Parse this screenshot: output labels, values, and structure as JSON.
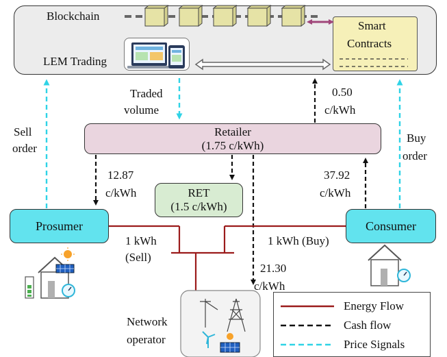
{
  "top_panel": {
    "blockchain_label": "Blockchain",
    "lem_label": "LEM Trading",
    "smart_contracts_line1": "Smart",
    "smart_contracts_line2": "Contracts"
  },
  "retailer": {
    "name": "Retailer",
    "price": "(1.75 c/kWh)"
  },
  "ret": {
    "name": "RET",
    "price": "(1.5 c/kWh)"
  },
  "prosumer": {
    "name": "Prosumer"
  },
  "consumer": {
    "name": "Consumer"
  },
  "labels": {
    "traded_volume_1": "Traded",
    "traded_volume_2": "volume",
    "sell_order_1": "Sell",
    "sell_order_2": "order",
    "buy_order_1": "Buy",
    "buy_order_2": "order",
    "retail_to_bc_value": "0.50",
    "retail_to_bc_unit": "c/kWh",
    "to_prosumer_value": "12.87",
    "to_prosumer_unit": "c/kWh",
    "from_consumer_value": "37.92",
    "from_consumer_unit": "c/kWh",
    "to_network_value": "21.30",
    "to_network_unit": "c/kWh",
    "sell_kwh_1": "1 kWh",
    "sell_kwh_2": "(Sell)",
    "buy_kwh": "1 kWh (Buy)",
    "network_operator_1": "Network",
    "network_operator_2": "operator"
  },
  "legend": {
    "energy_flow": "Energy Flow",
    "cash_flow": "Cash flow",
    "price_signals": "Price Signals"
  },
  "colors": {
    "energy_flow": "#9b1b1b",
    "cash_flow": "#111111",
    "price_signals": "#2fd3e6",
    "exchange_arrow": "#a0467a",
    "block_fill": "#e6e3a6"
  }
}
